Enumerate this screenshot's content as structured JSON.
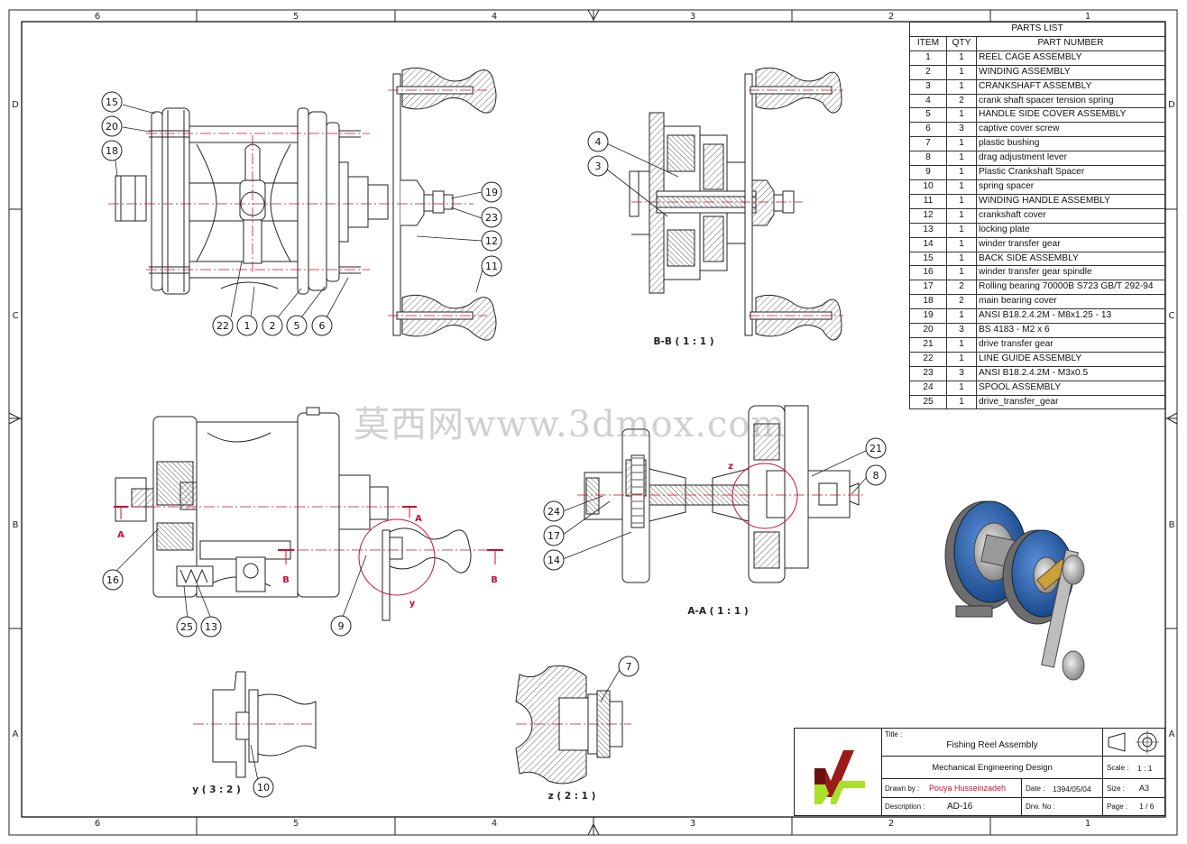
{
  "border": {
    "top_zones": [
      "6",
      "5",
      "4",
      "3",
      "2",
      "1"
    ],
    "bottom_zones": [
      "6",
      "5",
      "4",
      "3",
      "2",
      "1"
    ],
    "left_zones": [
      "D",
      "C",
      "B",
      "A"
    ],
    "right_zones": [
      "D",
      "C",
      "B",
      "A"
    ]
  },
  "parts_list": {
    "title": "PARTS LIST",
    "headers": [
      "ITEM",
      "QTY",
      "PART NUMBER"
    ],
    "rows": [
      [
        "1",
        "1",
        "REEL CAGE ASSEMBLY"
      ],
      [
        "2",
        "1",
        "WINDING ASSEMBLY"
      ],
      [
        "3",
        "1",
        "CRANKSHAFT ASSEMBLY"
      ],
      [
        "4",
        "2",
        "crank shaft spacer tension spring"
      ],
      [
        "5",
        "1",
        "HANDLE SIDE COVER ASSEMBLY"
      ],
      [
        "6",
        "3",
        "captive cover screw"
      ],
      [
        "7",
        "1",
        "plastic bushing"
      ],
      [
        "8",
        "1",
        "drag adjustment lever"
      ],
      [
        "9",
        "1",
        "Plastic Crankshaft Spacer"
      ],
      [
        "10",
        "1",
        "spring spacer"
      ],
      [
        "11",
        "1",
        "WINDING HANDLE ASSEMBLY"
      ],
      [
        "12",
        "1",
        "crankshaft cover"
      ],
      [
        "13",
        "1",
        "locking plate"
      ],
      [
        "14",
        "1",
        "winder transfer gear"
      ],
      [
        "15",
        "1",
        "BACK SIDE ASSEMBLY"
      ],
      [
        "16",
        "1",
        "winder transfer gear spindle"
      ],
      [
        "17",
        "2",
        "Rolling bearing 70000B S723 GB/T 292-94"
      ],
      [
        "18",
        "2",
        "main bearing cover"
      ],
      [
        "19",
        "1",
        "ANSI B18.2.4.2M - M8x1.25 - 13"
      ],
      [
        "20",
        "3",
        "BS 4183 - M2 x 6"
      ],
      [
        "21",
        "1",
        "drive transfer gear"
      ],
      [
        "22",
        "1",
        "LINE GUIDE ASSEMBLY"
      ],
      [
        "23",
        "3",
        "ANSI B18.2.4.2M - M3x0.5"
      ],
      [
        "24",
        "1",
        "SPOOL ASSEMBLY"
      ],
      [
        "25",
        "1",
        "drive_transfer_gear"
      ]
    ]
  },
  "views": {
    "bb": "B-B ( 1 : 1 )",
    "aa": "A-A ( 1 : 1 )",
    "y": "y ( 3 : 2 )",
    "z": "z ( 2 : 1 )",
    "cut_a": "A",
    "cut_b": "B",
    "detail_y": "y",
    "detail_z": "z"
  },
  "balloons": {
    "b15": "15",
    "b20": "20",
    "b18": "18",
    "b22": "22",
    "b1": "1",
    "b2": "2",
    "b5": "5",
    "b6": "6",
    "b19": "19",
    "b23": "23",
    "b12": "12",
    "b11": "11",
    "b4": "4",
    "b3": "3",
    "b16": "16",
    "b25": "25",
    "b13": "13",
    "b9": "9",
    "b24": "24",
    "b17": "17",
    "b14": "14",
    "b21": "21",
    "b8": "8",
    "b10": "10",
    "b7": "7"
  },
  "watermark": "莫西网www.3dmox.com",
  "title_block": {
    "title_label": "Title :",
    "title": "Fishing Reel Assembly",
    "subtitle": "Mechanical Engineering Design",
    "drawn_by_label": "Drawn by :",
    "drawn_by": "Pouya Husseinzadeh",
    "date_label": "Date :",
    "date": "1394/05/04",
    "size_label": "Size :",
    "size": "A3",
    "scale_label": "Scale :",
    "scale": "1 : 1",
    "description_label": "Description :",
    "description": "AD-16",
    "drw_no_label": "Drw. No :",
    "drw_no": "",
    "page_label": "Page :",
    "page": "1 / 6"
  },
  "colors": {
    "line": "#222222",
    "centerline": "#c8102e",
    "logo_red": "#9b1b1b",
    "logo_green": "#a8e02a",
    "reel_blue": "#1f5fb0"
  }
}
